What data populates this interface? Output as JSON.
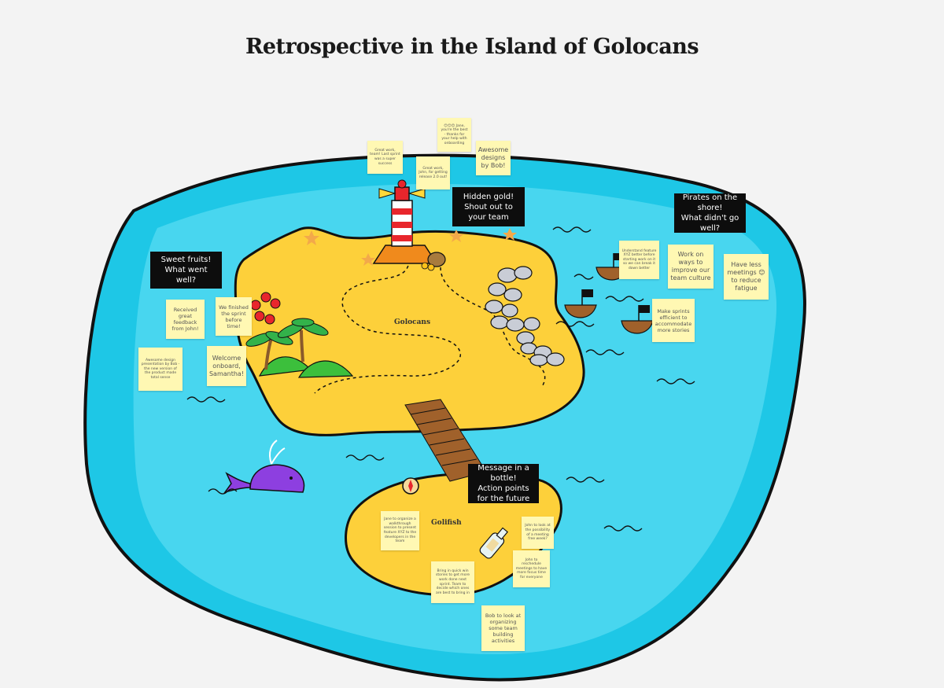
{
  "title": "Retrospective in the Island of Golocans",
  "islands": {
    "main": "Golocans",
    "small": "Golifish"
  },
  "labels": {
    "went_well": "Sweet fruits!\nWhat went well?",
    "shout_out": "Hidden gold!\nShout out to your team",
    "didnt_go_well": "Pirates on the shore!\nWhat didn't go well?",
    "action_points": "Message in a bottle!\nAction points for the future"
  },
  "went_well_notes": [
    "Received great feedback from John!",
    "We finished the sprint before time!",
    "Awesome design presentation by Bob - the new version of the product made total sense",
    "Welcome onboard, Samantha!"
  ],
  "shout_out_notes": [
    "Great work, team! Last sprint was a super success",
    "😊😊😊 Jane, you're the best - thanks for your help with onboarding",
    "Great work, John, for getting release 2.0 out!",
    "Awesome designs by Bob!"
  ],
  "didnt_go_well_notes": [
    "Understand feature XYZ better before starting work on it so we can break it down better",
    "Work on ways to improve our team culture",
    "Have less meetings 😊 to reduce fatigue",
    "Make sprints efficient to accommodate more stories"
  ],
  "action_notes": [
    "Jane to organize a walkthrough session to present feature XYZ to the developers in the team",
    "John to look at the possibility of a meeting free week?",
    "John to reschedule meetings to have more focus time for everyone",
    "Bring in quick win stories to get more work done next sprint. Team to decide which ones are best to bring in",
    "Bob to look at organizing some team building activities"
  ],
  "colors": {
    "background": "#f3f3f3",
    "sea": "#1ec7e6",
    "sea_light": "#48d6ef",
    "sand": "#fdd03a",
    "sticky": "#fff8b3",
    "label": "#0d0d0d"
  }
}
